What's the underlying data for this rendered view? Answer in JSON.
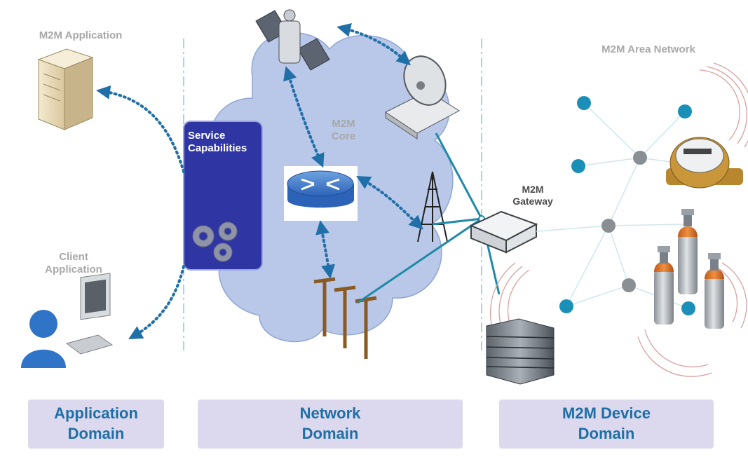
{
  "labels": {
    "m2m_application": "M2M Application",
    "client_application": "Client\nApplication",
    "service_capabilities": "Service\nCapabilities",
    "m2m_core": "M2M\nCore",
    "m2m_gateway": "M2M\nGateway",
    "m2m_area_network": "M2M Area Network"
  },
  "domains": {
    "application": "Application\nDomain",
    "network": "Network\nDomain",
    "device": "M2M Device\nDomain"
  },
  "colors": {
    "cloud": "#b9c8e8",
    "service_box": "#2f36a3",
    "link": "#1f8aa8",
    "dotted_arrow": "#1f6fa8",
    "domain_box": "#dcd9ee",
    "domain_text": "#1d6fa5",
    "node_teal": "#1a8fb8",
    "node_grey": "#8a8f94",
    "radio_wave": "#d9a0a0"
  }
}
